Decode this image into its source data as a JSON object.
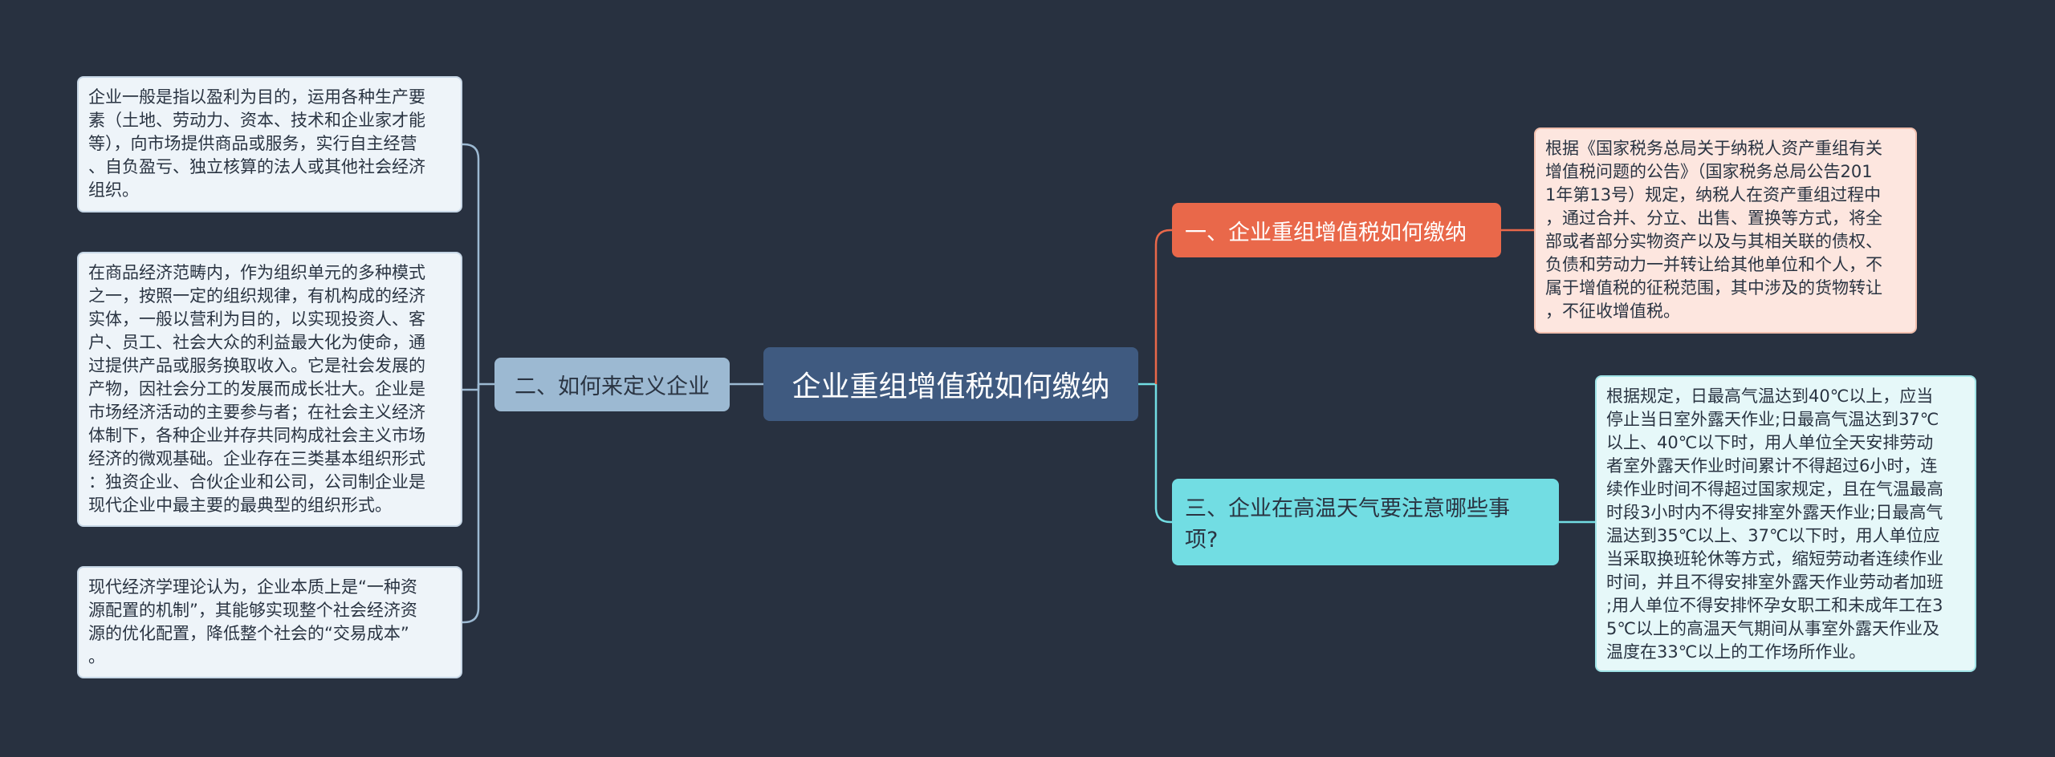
{
  "root": {
    "label": "企业重组增值税如何缴纳"
  },
  "branches": [
    {
      "label": "一、企业重组增值税如何缴纳",
      "color": "#e9684a",
      "details": [
        "根据《国家税务总局关于纳税人资产重组有关\n增值税问题的公告》（国家税务总局公告201\n1年第13号）规定，纳税人在资产重组过程中\n，通过合并、分立、出售、置换等方式，将全\n部或者部分实物资产以及与其相关联的债权、\n负债和劳动力一并转让给其他单位和个人，不\n属于增值税的征税范围，其中涉及的货物转让\n，不征收增值税。"
      ]
    },
    {
      "label": "二、如何来定义企业",
      "color": "#9cb9d2",
      "details": [
        "企业一般是指以盈利为目的，运用各种生产要\n素（土地、劳动力、资本、技术和企业家才能\n等），向市场提供商品或服务，实行自主经营\n、自负盈亏、独立核算的法人或其他社会经济\n组织。",
        "在商品经济范畴内，作为组织单元的多种模式\n之一，按照一定的组织规律，有机构成的经济\n实体，一般以营利为目的，以实现投资人、客\n户、员工、社会大众的利益最大化为使命，通\n过提供产品或服务换取收入。它是社会发展的\n产物，因社会分工的发展而成长壮大。企业是\n市场经济活动的主要参与者；在社会主义经济\n体制下，各种企业并存共同构成社会主义市场\n经济的微观基础。企业存在三类基本组织形式\n：独资企业、合伙企业和公司，公司制企业是\n现代企业中最主要的最典型的组织形式。",
        "现代经济学理论认为，企业本质上是“一种资\n源配置的机制”，其能够实现整个社会经济资\n源的优化配置，降低整个社会的“交易成本”\n。"
      ]
    },
    {
      "label": "三、企业在高温天气要注意哪些事\n项?",
      "color": "#72dde3",
      "details": [
        "根据规定，日最高气温达到40℃以上，应当\n停止当日室外露天作业;日最高气温达到37℃\n以上、40℃以下时，用人单位全天安排劳动\n者室外露天作业时间累计不得超过6小时，连\n续作业时间不得超过国家规定，且在气温最高\n时段3小时内不得安排室外露天作业;日最高气\n温达到35℃以上、37℃以下时，用人单位应\n当采取换班轮休等方式，缩短劳动者连续作业\n时间，并且不得安排室外露天作业劳动者加班\n;用人单位不得安排怀孕女职工和未成年工在3\n5℃以上的高温天气期间从事室外露天作业及\n温度在33℃以上的工作场所作业。"
      ]
    }
  ]
}
